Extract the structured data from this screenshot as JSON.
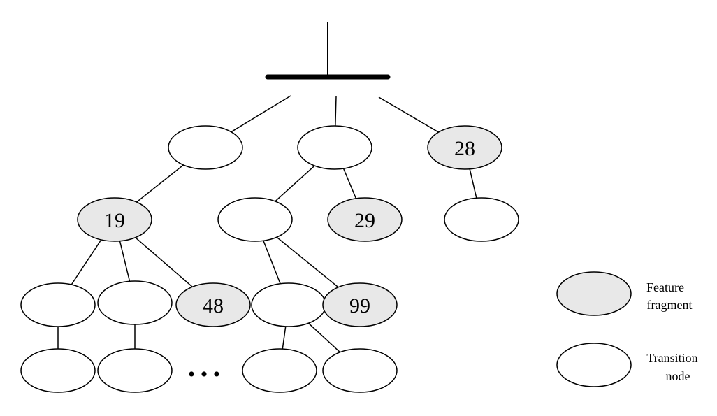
{
  "colors": {
    "feature_fill": "#e8e8e8",
    "transition_fill": "#ffffff",
    "stroke": "#000000"
  },
  "nodes": [
    {
      "id": "n1",
      "kind": "transition",
      "label": ""
    },
    {
      "id": "n2",
      "kind": "transition",
      "label": ""
    },
    {
      "id": "n3",
      "kind": "feature",
      "label": "28"
    },
    {
      "id": "n4",
      "kind": "feature",
      "label": "19"
    },
    {
      "id": "n5",
      "kind": "transition",
      "label": ""
    },
    {
      "id": "n6",
      "kind": "feature",
      "label": "29"
    },
    {
      "id": "n7",
      "kind": "transition",
      "label": ""
    },
    {
      "id": "n8",
      "kind": "transition",
      "label": ""
    },
    {
      "id": "n9",
      "kind": "transition",
      "label": ""
    },
    {
      "id": "n10",
      "kind": "feature",
      "label": "48"
    },
    {
      "id": "n11",
      "kind": "transition",
      "label": ""
    },
    {
      "id": "n12",
      "kind": "feature",
      "label": "99"
    },
    {
      "id": "n13",
      "kind": "transition",
      "label": ""
    },
    {
      "id": "n14",
      "kind": "transition",
      "label": ""
    },
    {
      "id": "n15",
      "kind": "transition",
      "label": ""
    },
    {
      "id": "n16",
      "kind": "transition",
      "label": ""
    }
  ],
  "edges": [
    [
      "root",
      "n1"
    ],
    [
      "root",
      "n2"
    ],
    [
      "root",
      "n3"
    ],
    [
      "n1",
      "n4"
    ],
    [
      "n2",
      "n5"
    ],
    [
      "n2",
      "n6"
    ],
    [
      "n3",
      "n7"
    ],
    [
      "n4",
      "n8"
    ],
    [
      "n4",
      "n9"
    ],
    [
      "n4",
      "n10"
    ],
    [
      "n5",
      "n11"
    ],
    [
      "n5",
      "n12"
    ],
    [
      "n8",
      "n13"
    ],
    [
      "n9",
      "n14"
    ],
    [
      "n11",
      "n15"
    ],
    [
      "n11",
      "n16"
    ]
  ],
  "ellipsis": "• • •",
  "legend": {
    "feature": {
      "line1": "Feature",
      "line2": "fragment"
    },
    "transition": {
      "line1": "Transition",
      "line2": "node"
    }
  }
}
